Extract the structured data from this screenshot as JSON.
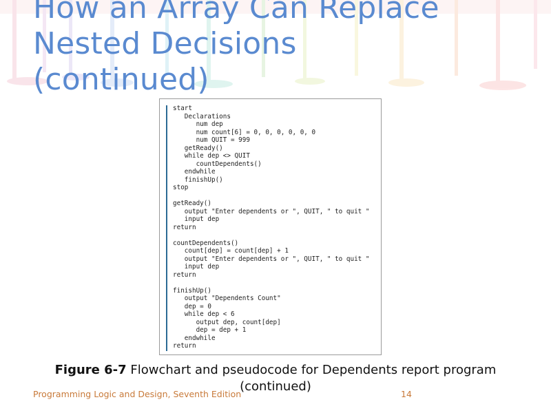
{
  "slide": {
    "title_lines": [
      "How an Array Can Replace",
      "Nested Decisions",
      "(continued)"
    ],
    "title_color": "#5a8ad0",
    "figure": {
      "code_lines": [
        "start",
        "   Declarations",
        "      num dep",
        "      num count[6] = 0, 0, 0, 0, 0, 0",
        "      num QUIT = 999",
        "   getReady()",
        "   while dep <> QUIT",
        "      countDependents()",
        "   endwhile",
        "   finishUp()",
        "stop",
        "",
        "getReady()",
        "   output \"Enter dependents or \", QUIT, \" to quit \"",
        "   input dep",
        "return",
        "",
        "countDependents()",
        "   count[dep] = count[dep] + 1",
        "   output \"Enter dependents or \", QUIT, \" to quit \"",
        "   input dep",
        "return",
        "",
        "finishUp()",
        "   output \"Dependents Count\"",
        "   dep = 0",
        "   while dep < 6",
        "      output dep, count[dep]",
        "      dep = dep + 1",
        "   endwhile",
        "return"
      ],
      "accent_bar_color": "#2b6a94"
    },
    "caption": {
      "label": "Figure 6-7",
      "text": " Flowchart and pseudocode for Dependents report program (continued)"
    },
    "footer": {
      "book": "Programming Logic and Design, Seventh Edition",
      "page_number": "14",
      "color": "#c87a3a"
    }
  }
}
